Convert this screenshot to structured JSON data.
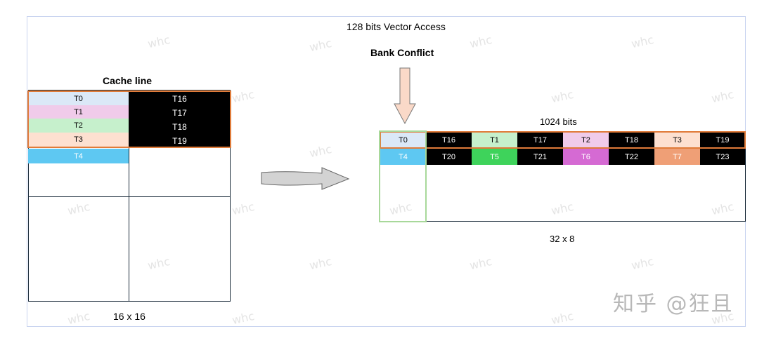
{
  "title": "128 bits Vector Access",
  "bank_conflict": "Bank Conflict",
  "cache_line": "Cache line",
  "bits_1024": "1024 bits",
  "dim_left": "16 x 16",
  "dim_right": "32 x 8",
  "watermark": "whc",
  "logo_text": "知乎 @狂且",
  "left_threads": {
    "col_a": [
      "T0",
      "T1",
      "T2",
      "T3",
      "T4"
    ],
    "col_b": [
      "T16",
      "T17",
      "T18",
      "T19"
    ]
  },
  "right_threads": {
    "row1": [
      "T0",
      "T16",
      "T1",
      "T17",
      "T2",
      "T18",
      "T3",
      "T19"
    ],
    "row2": [
      "T4",
      "T20",
      "T5",
      "T21",
      "T6",
      "T22",
      "T7",
      "T23"
    ]
  },
  "colors": {
    "t0": "#dbe8f7",
    "t1": "#f0cbea",
    "t2": "#c6f0cc",
    "t3": "#fde0d0",
    "t4": "#5ec8f2",
    "t5": "#3ed35b",
    "t6": "#d56ad3",
    "t7": "#ef9f76",
    "black": "#000000",
    "orange_border": "#e07b39",
    "green_border": "#a8d89a",
    "arrow_fill": "#fad9c8",
    "frame": "#c9d4f0"
  }
}
